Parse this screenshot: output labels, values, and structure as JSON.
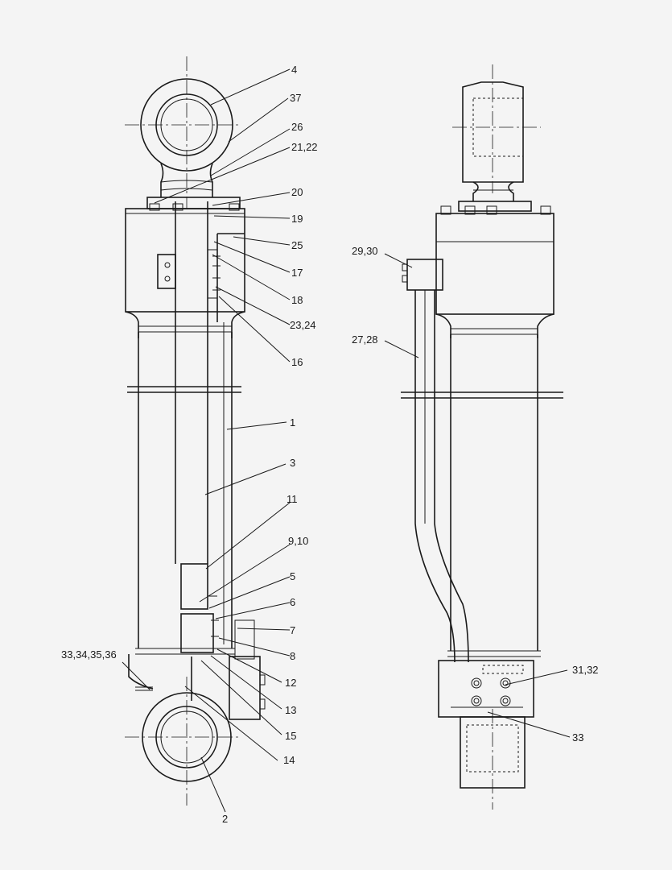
{
  "labels": {
    "l4": "4",
    "l37": "37",
    "l26": "26",
    "l21_22": "21,22",
    "l20": "20",
    "l19": "19",
    "l25": "25",
    "l17": "17",
    "l18": "18",
    "l23_24": "23,24",
    "l16": "16",
    "l1": "1",
    "l3": "3",
    "l11": "11",
    "l9_10": "9,10",
    "l5": "5",
    "l6": "6",
    "l7": "7",
    "l8": "8",
    "l12": "12",
    "l13": "13",
    "l15": "15",
    "l14": "14",
    "l2": "2",
    "l33_36": "33,34,35,36",
    "l29_30": "29,30",
    "l27_28": "27,28",
    "l31_32": "31,32",
    "l33": "33"
  }
}
